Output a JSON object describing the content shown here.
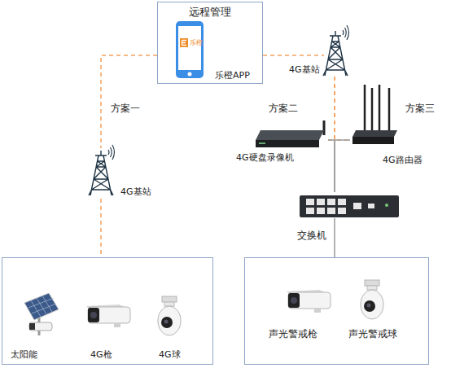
{
  "diagram": {
    "nodes": [
      {
        "text": [
          "远程管理"
        ]
      },
      {
        "text": [
          "乐橙",
          "乐橙APP"
        ],
        "in": 0
      },
      {
        "text": [
          "4G基站"
        ]
      },
      {
        "text": [
          "4G基站"
        ]
      },
      {
        "text": [
          "4G硬盘录像机"
        ]
      },
      {
        "text": [
          "4G路由器"
        ]
      },
      {
        "text": [
          "交换机"
        ]
      },
      {
        "text": []
      },
      {
        "text": [
          "太阳能"
        ],
        "in": 7
      },
      {
        "text": [
          "4G枪"
        ],
        "in": 7
      },
      {
        "text": [
          "4G球"
        ],
        "in": 7
      },
      {
        "text": []
      },
      {
        "text": [
          "声光警戒枪"
        ],
        "in": 11
      },
      {
        "text": [
          "声光警戒球"
        ],
        "in": 11
      }
    ],
    "edges": [
      {
        "from": 0,
        "to": 2,
        "arrow": "none"
      },
      {
        "from": 2,
        "to": 7,
        "arrow": "none"
      },
      {
        "from": 0,
        "to": 3,
        "arrow": "none"
      },
      {
        "from": 3,
        "to": 4,
        "arrow": "none"
      },
      {
        "from": 3,
        "to": 5,
        "arrow": "none"
      },
      {
        "from": 4,
        "to": 6,
        "arrow": "none"
      },
      {
        "from": 5,
        "to": 6,
        "arrow": "none"
      },
      {
        "from": 6,
        "to": 11,
        "arrow": "none"
      }
    ],
    "labels": [
      "方案一",
      "方案二",
      "方案三"
    ]
  }
}
